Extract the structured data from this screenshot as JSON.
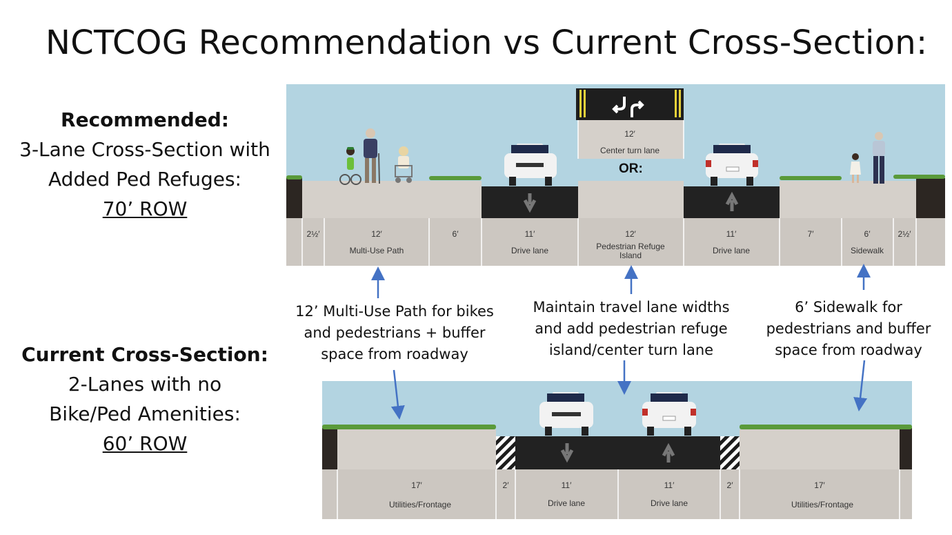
{
  "title": "NCTCOG Recommendation vs Current Cross-Section:",
  "recommended": {
    "heading": "Recommended:",
    "line1": "3-Lane Cross-Section with",
    "line2": "Added Ped Refuges:",
    "row": "70’ ROW"
  },
  "current": {
    "heading": "Current Cross-Section:",
    "line1": "2-Lanes with no",
    "line2": "Bike/Ped Amenities:",
    "row": "60’ ROW"
  },
  "or_label": "OR:",
  "center_turn_lane": {
    "width": "12′",
    "label": "Center turn lane"
  },
  "recommended_segments": [
    {
      "width": "2½′",
      "label": ""
    },
    {
      "width": "12′",
      "label": "Multi-Use Path"
    },
    {
      "width": "6′",
      "label": ""
    },
    {
      "width": "11′",
      "label": "Drive lane"
    },
    {
      "width": "12′",
      "label": "Pedestrian Refuge",
      "label2": "Island"
    },
    {
      "width": "11′",
      "label": "Drive lane"
    },
    {
      "width": "7′",
      "label": ""
    },
    {
      "width": "6′",
      "label": "Sidewalk"
    },
    {
      "width": "2½′",
      "label": ""
    }
  ],
  "current_segments": [
    {
      "width": "17′",
      "label": "Utilities/Frontage"
    },
    {
      "width": "2′",
      "label": ""
    },
    {
      "width": "11′",
      "label": "Drive lane"
    },
    {
      "width": "11′",
      "label": "Drive lane"
    },
    {
      "width": "2′",
      "label": ""
    },
    {
      "width": "17′",
      "label": "Utilities/Frontage"
    }
  ],
  "annotations": {
    "left": [
      "12’ Multi-Use Path for bikes",
      "and pedestrians + buffer",
      "space from roadway"
    ],
    "center": [
      "Maintain travel lane widths",
      "and add pedestrian refuge",
      "island/center turn lane"
    ],
    "right": [
      "6’ Sidewalk for",
      "pedestrians and buffer",
      "space from roadway"
    ]
  },
  "colors": {
    "sky": "#b3d4e1",
    "ground": "#d5d0ca",
    "road": "#222222",
    "label_strip": "#ccc7c1",
    "curb": "#2c2622",
    "arrow": "#4472c4",
    "grass": "#5a9a3a"
  }
}
